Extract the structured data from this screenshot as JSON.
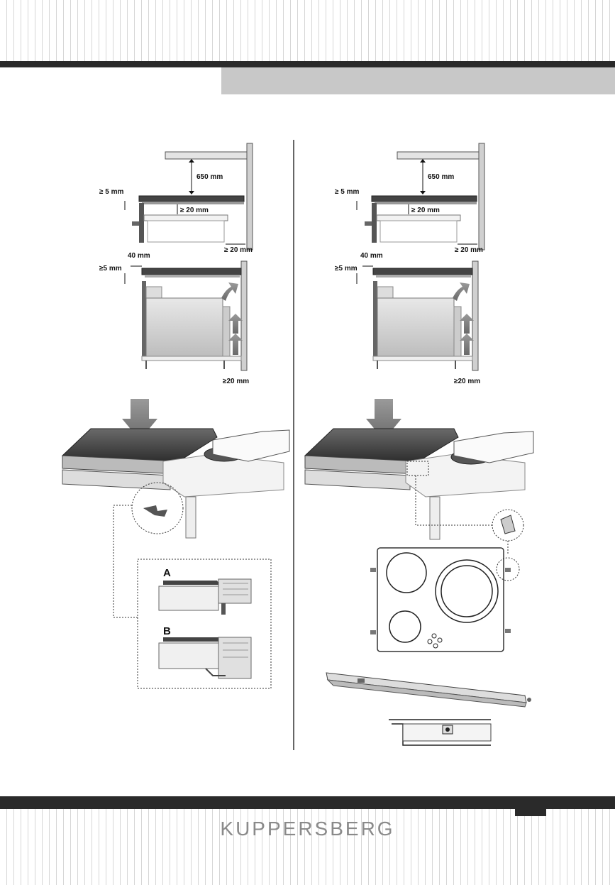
{
  "brand": "KUPPERSBERG",
  "header": {
    "section_title": ""
  },
  "figures": {
    "left": {
      "top_diagram": {
        "clearance_top": "650 mm",
        "gap_edge": "≥ 5 mm",
        "gap_below": "≥ 20 mm",
        "gap_rear": "≥ 20 mm"
      },
      "oven_diagram": {
        "front_offset": "40 mm",
        "gap_edge": "≥5 mm",
        "gap_rear": "≥20 mm"
      },
      "clip_variants": {
        "a": "A",
        "b": "B"
      }
    },
    "right": {
      "top_diagram": {
        "clearance_top": "650 mm",
        "gap_edge": "≥ 5 mm",
        "gap_below": "≥ 20 mm",
        "gap_rear": "≥ 20 mm"
      },
      "oven_diagram": {
        "front_offset": "40 mm",
        "gap_edge": "≥5 mm",
        "gap_rear": "≥20 mm"
      }
    }
  },
  "colors": {
    "dark_bar": "#2a2a2a",
    "band_gray": "#c8c8c8",
    "stripe": "#d6d6d6",
    "brand_gray": "#8a8a8a"
  }
}
